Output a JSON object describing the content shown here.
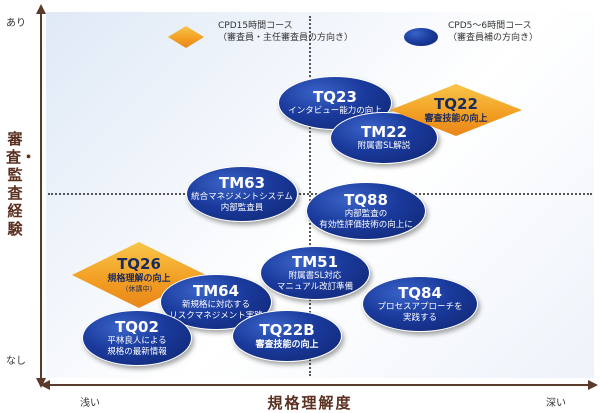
{
  "axes": {
    "y_label": "審査・監査経験",
    "y_top": "あり",
    "y_bottom": "なし",
    "x_label": "規格理解度",
    "x_left": "浅い",
    "x_right": "深い"
  },
  "legend": {
    "diamond_line1": "CPD15時間コース",
    "diamond_line2": "（審査員・主任審査員の方向き）",
    "ellipse_line1": "CPD5～6時間コース",
    "ellipse_line2": "（審査員補の方向き）"
  },
  "courses": {
    "tq23": {
      "code": "TQ23",
      "desc": "インタビュー能力の向上"
    },
    "tq22": {
      "code": "TQ22",
      "desc": "審査技能の向上"
    },
    "tm22": {
      "code": "TM22",
      "desc": "附属書SL解説"
    },
    "tm63": {
      "code": "TM63",
      "desc1": "統合マネジメントシステム",
      "desc2": "内部監査員"
    },
    "tq88": {
      "code": "TQ88",
      "desc1": "内部監査の",
      "desc2": "有効性評価技術の向上に"
    },
    "tq26": {
      "code": "TQ26",
      "desc": "規格理解の向上",
      "note": "（休講中）"
    },
    "tm51": {
      "code": "TM51",
      "desc1": "附属書SL対応",
      "desc2": "マニュアル改訂準備"
    },
    "tq84": {
      "code": "TQ84",
      "desc1": "プロセスアプローチを",
      "desc2": "実践する"
    },
    "tm64": {
      "code": "TM64",
      "desc1": "新規格に対応する",
      "desc2": "リスクマネジメント実践"
    },
    "tq02": {
      "code": "TQ02",
      "desc1": "平林良人による",
      "desc2": "規格の最新情報"
    },
    "tq22b": {
      "code": "TQ22B",
      "desc": "審査技能の向上"
    }
  }
}
